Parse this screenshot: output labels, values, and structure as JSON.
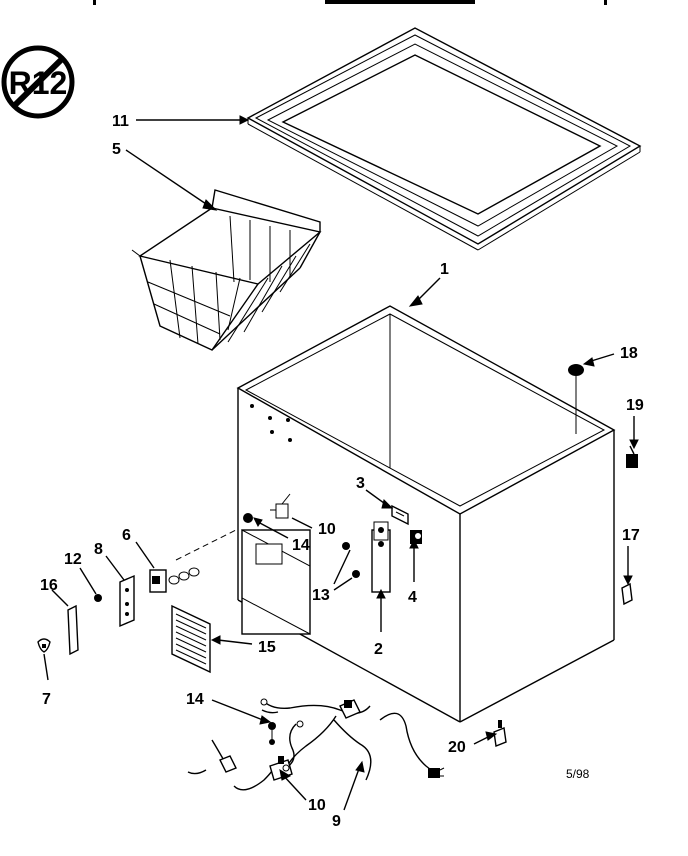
{
  "header": {
    "cropped_text": ""
  },
  "logo": {
    "text": "R12"
  },
  "callouts": {
    "lid_liner": "11",
    "basket": "5",
    "cabinet": "1",
    "plug_button": "18",
    "screw_19": "19",
    "bracket_3": "3",
    "thermostat_10": "10",
    "screw_14_upper": "14",
    "control_6": "6",
    "screw_12": "12",
    "plate_8": "8",
    "label_16": "16",
    "screw_13": "13",
    "hinge_4": "4",
    "hinge_2": "2",
    "bracket_17": "17",
    "grille_15": "15",
    "clip_7": "7",
    "screw_14_lower": "14",
    "harness_9": "9",
    "thermostat_10_lower": "10",
    "clip_20": "20"
  },
  "footer": {
    "date_code": "5/98"
  }
}
